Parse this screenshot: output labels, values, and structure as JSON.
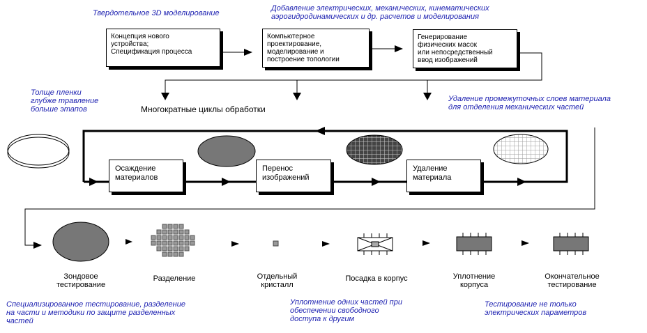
{
  "notes": {
    "solid_modeling": "Твердотельное 3D моделирование",
    "add_calcs": "Добавление электрических, механических, кинематических\nаэрогидродинамических и др. расчетов и моделирования",
    "film": "Толще пленки\nглубже травление\nбольше этапов",
    "removal": "Удаление промежуточных слоев материала\nдля отделения механических частей",
    "testing": "Специализированное тестирование, разделение\nна части и методики по защите разделенных\nчастей",
    "sealing_note": "Уплотнение одних частей при\nобеспечении свободного\nдоступа к другим",
    "test_note": "Тестирование не только\nэлектрических параметров"
  },
  "top_boxes": {
    "concept": "Концепция нового\nустройства;\nСпецификация процесса",
    "cad": "Компьютерное\nпроектирование,\nмоделирование и\nпостроение топологии",
    "masks": "Генерирование\nфизических масок\nили непосредственный\nввод изображений"
  },
  "cycles_label": "Многократные циклы обработки",
  "process_boxes": {
    "deposition": "Осаждение\nматериалов",
    "transfer": "Перенос\nизображений",
    "removal": "Удаление\nматериала"
  },
  "steps": {
    "probe": "Зондовое\nтестирование",
    "dicing": "Разделение",
    "die": "Отдельный\nкристалл",
    "package": "Посадка в корпус",
    "seal": "Уплотнение\nкорпуса",
    "final": "Окончательное\nтестирование"
  },
  "colors": {
    "note_blue": "#1b1fb0",
    "wafer_gray": "#777777",
    "line": "#000000"
  }
}
